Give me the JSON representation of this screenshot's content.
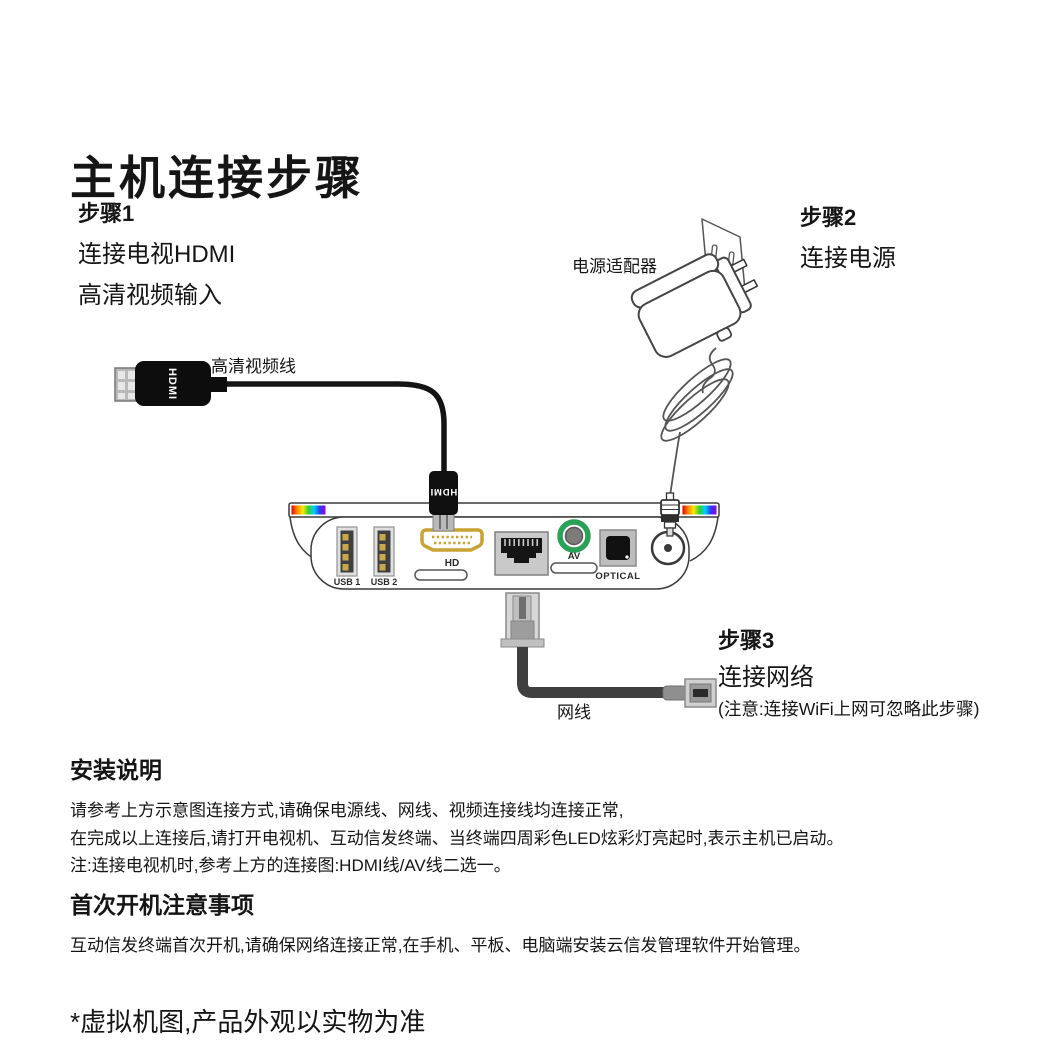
{
  "page": {
    "title": "主机连接步骤",
    "footnote": "*虚拟机图,产品外观以实物为准"
  },
  "steps": {
    "step1": {
      "label": "步骤1",
      "line1": "连接电视HDMI",
      "line2": "高清视频输入"
    },
    "step2": {
      "label": "步骤2",
      "line1": "连接电源"
    },
    "step3": {
      "label": "步骤3",
      "line1": "连接网络",
      "note": "(注意:连接WiFi上网可忽略此步骤)"
    }
  },
  "diagram": {
    "labels": {
      "power_adapter": "电源适配器",
      "hdmi_cable": "高清视频线",
      "network_cable": "网线"
    },
    "connector_text": {
      "hdmi": "HDMI"
    },
    "ports": {
      "usb1": "USB 1",
      "usb2": "USB 2",
      "hdmi": "HD",
      "av": "AV",
      "optical": "OPTICAL"
    },
    "colors": {
      "hdmi_gold": "#C8A232",
      "av_green": "#2AA157",
      "led_gradient": [
        "#e00000",
        "#ff8a00",
        "#ffe800",
        "#2fd12f",
        "#00cfff",
        "#2a3cf0",
        "#9b00d8"
      ]
    }
  },
  "sections": {
    "install": {
      "heading": "安装说明",
      "lines": [
        "请参考上方示意图连接方式,请确保电源线、网线、视频连接线均连接正常,",
        "在完成以上连接后,请打开电视机、互动信发终端、当终端四周彩色LED炫彩灯亮起时,表示主机已启动。",
        "注:连接电视机时,参考上方的连接图:HDMI线/AV线二选一。"
      ]
    },
    "first_boot": {
      "heading": "首次开机注意事项",
      "body": "互动信发终端首次开机,请确保网络连接正常,在手机、平板、电脑端安装云信发管理软件开始管理。"
    }
  }
}
